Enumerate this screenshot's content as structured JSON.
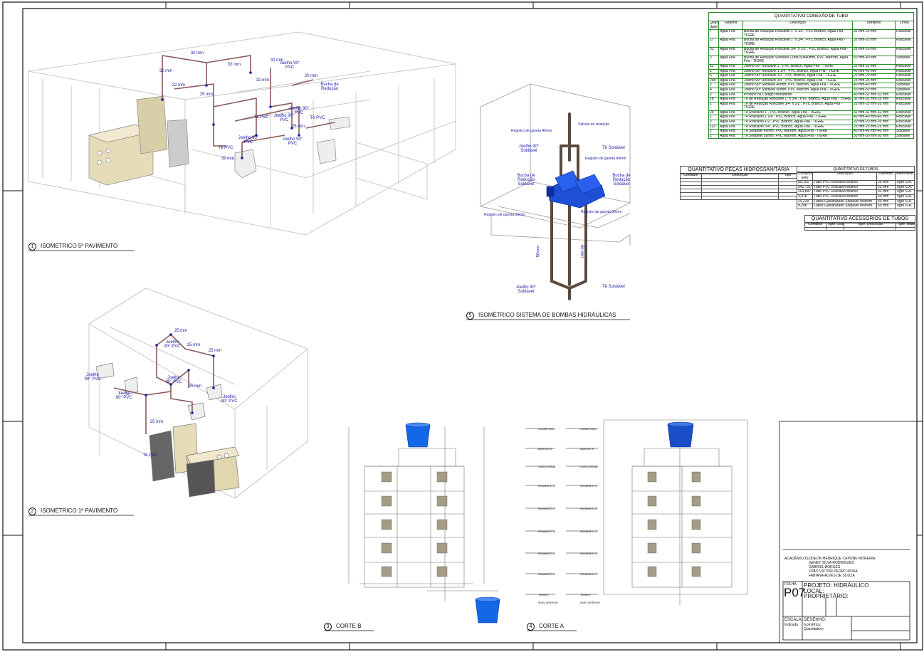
{
  "sheet": {
    "number": "P07",
    "sheet_label": "FOLHA",
    "project": "PROJETO: HIDRÁULICO",
    "local": "LOCAL:",
    "owner": "PROPRIETÁRIO:",
    "scale_label": "ESCALA:",
    "scale_value": "Indicada",
    "drawing_label": "DESENHO:",
    "drawing_lines": [
      "Isométrico;",
      "Quantitativo;"
    ],
    "academics_label": "ACADÊMICOS:",
    "academics": [
      "ODEON HENRIQUE CAPONE MOREIRA",
      "GENEY SILVA RODRIGUES",
      "GABRIEL BORGES",
      "JOÃO VICTOR PEDRO ROSA",
      "FABIANA ALVES DE SOUZA"
    ]
  },
  "views": [
    {
      "num": "1",
      "title": "ISOMÉTRICO 5º PAVIMENTO"
    },
    {
      "num": "2",
      "title": "ISOMÉTRICO 1º PAVIMENTO"
    },
    {
      "num": "3",
      "title": "CORTE B"
    },
    {
      "num": "4",
      "title": "CORTE A"
    },
    {
      "num": "5",
      "title": "ISOMÉTRICO SISTEMA DE BOMBAS HIDRÁULICAS"
    }
  ],
  "tables": {
    "conexao": {
      "title": "QUANTITATIVO CONEXÃO DE TUBO",
      "headers": [
        "Quanti dade",
        "Sistema",
        "Descrição",
        "Tamanho",
        "Linha"
      ],
      "rows": [
        [
          "7",
          "Água Fria",
          "Bucha de Redução Roscável 1\" x 1/2\", PVC Branco, Água Fria - TIGRE",
          "32 mm-20 mm",
          "Roscável"
        ],
        [
          "17",
          "Água Fria",
          "Bucha de Redução Roscável 1\" x 3/4\", PVC Branco, Água Fria - TIGRE",
          "32 mm-25 mm",
          "Roscável"
        ],
        [
          "32",
          "Água Fria",
          "Bucha de Redução Roscável 3/4\" x 1/2\", PVC Branco, Água Fria - TIGRE",
          "25 mm-20 mm",
          "Roscável"
        ],
        [
          "2",
          "Água Fria",
          "Bucha de Redução Soldável Curta 50x40mm, PVC Marrom, Água Fria - TIGRE",
          "50 mm-40 mm",
          "Soldável"
        ],
        [
          "62",
          "Água Fria",
          "Joelho 90º Roscável 1\", PVC Branco, Água Fria - TIGRE",
          "32 mm-32 mm",
          "Roscável"
        ],
        [
          "1",
          "Água Fria",
          "Joelho 90º Roscável 1.1/4\", PVC Branco, Água Fria - TIGRE",
          "40 mm-40 mm",
          "Roscável"
        ],
        [
          "5",
          "Água Fria",
          "Joelho 90º Roscável 1/2\", PVC Branco, Água Fria - TIGRE",
          "20 mm-20 mm",
          "Roscável"
        ],
        [
          "268",
          "Água Fria",
          "Joelho 90º Roscável 3/4\", PVC Branco, Água Fria - TIGRE",
          "25 mm-25 mm",
          "Roscável"
        ],
        [
          "2",
          "Água Fria",
          "Joelho 90º Soldável 40mm, PVC Marrom, Água Fria - TIGRE",
          "40 mm-40 mm",
          "Soldável"
        ],
        [
          "4",
          "Água Fria",
          "Joelho 90º Soldável 50mm, PVC Marrom, Água Fria - TIGRE",
          "50 mm-50 mm",
          "Soldável"
        ],
        [
          "2",
          "Água Fria",
          "Produto ou Código Inexistente",
          "40 mm-32 mm-32 mm",
          "Roscável"
        ],
        [
          "18",
          "Água Fria",
          "Tê de Redução Roscável 1\" x 3/4\", PVC Branco, Água Fria - TIGRE",
          "32 mm-32 mm-25 mm",
          "Roscável"
        ],
        [
          "1",
          "Água Fria",
          "Tê de Redução Roscável 3/4\" x 1/2\", PVC Branco, Água Fria - TIGRE",
          "25 mm-25 mm-20 mm",
          "Roscável"
        ],
        [
          "29",
          "Água Fria",
          "Tê Roscável 1\", PVC Branco, Água Fria - TIGRE",
          "32 mm-32 mm-32 mm",
          "Roscável"
        ],
        [
          "1",
          "Água Fria",
          "Tê Roscável 1.1/4\", PVC Branco, Água Fria - TIGRE",
          "40 mm-40 mm-40 mm",
          "Roscável"
        ],
        [
          "2",
          "Água Fria",
          "Tê Roscável 1/2\", PVC Branco, Água Fria - TIGRE",
          "20 mm-20 mm-20 mm",
          "Roscável"
        ],
        [
          "113",
          "Água Fria",
          "Tê Roscável 3/4\", PVC Branco, Água Fria - TIGRE",
          "25 mm-25 mm-25 mm",
          "Roscável"
        ],
        [
          "1",
          "Água Fria",
          "Tê Soldável 40mm, PVC Marrom, Água Fria - TIGRE",
          "40 mm-40 mm-40 mm",
          "Soldável"
        ],
        [
          "1",
          "Água Fria",
          "Tê Soldável 50mm, PVC Marrom, Água Fria - TIGRE",
          "50 mm-50 mm-50 mm",
          "Soldável"
        ]
      ]
    },
    "pecas": {
      "title": "QUANTITATIVO PEÇAS HIDROSSANITÁRIA",
      "headers": [
        "Contador",
        "Descrição",
        "Tipo"
      ]
    },
    "tubos": {
      "title": "QUANTITATIVO DE TUBOS",
      "headers": [
        "Comprim ento",
        "Descrição",
        "Diâmetro",
        "Fabricante"
      ],
      "rows": [
        [
          "85,101",
          "Tubo PVC Roscável Branco",
          "20 mm",
          "Tigre S.A."
        ],
        [
          "541,721",
          "Tubo PVC Roscável Branco",
          "25 mm",
          "Tigre S.A."
        ],
        [
          "103,897",
          "Tubo PVC Roscável Branco",
          "32 mm",
          "Tigre S.A."
        ],
        [
          "3,918",
          "Tubo PVC Roscável Branco",
          "40 mm",
          "Tigre S.A."
        ],
        [
          "24,239",
          "Tubos Galvanizado Soldável Marrom",
          "40 mm",
          "Tigre S.A."
        ],
        [
          "9,288",
          "Tubos Galvanizado Soldável Marrom",
          "50 mm",
          "Tigre S.A."
        ]
      ]
    },
    "acessorios": {
      "title": "QUANTITATIVO ACESSÓRIOS DE TUBOS",
      "headers": [
        "Contador",
        "Tigre: Sistema",
        "Tigre: Descrição",
        "Tigre: Material"
      ]
    }
  },
  "iso5_labels": [
    "32 mm",
    "32 mm",
    "32 mm",
    "32 mm",
    "32 mm",
    "32 mm",
    "20 mm",
    "Joelho 90° PVC",
    "Bucha de Redução",
    "Joelho 90° PVC",
    "Tê PVC",
    "Joelho 90° PVC",
    "Tê PVC",
    "Joelho 90° PVC",
    "Joelho 90° PVC",
    "Tê PVC",
    "25 mm",
    "25 mm",
    "32 mm"
  ],
  "iso1_labels": [
    "25 mm",
    "25 mm",
    "25 mm",
    "Joelho 90° PVC",
    "Joelho 90° PVC",
    "Joelho 90° PVC",
    "Joelho 90° PVC",
    "Joelho 90° PVC",
    "Tê PVC",
    "25 mm",
    "25 mm"
  ],
  "pump_labels": {
    "registro40": "Registro de gaveta 40mm",
    "valvula": "Válvula de retenção",
    "joelho_sold1": "Joelho 90° Soldável",
    "te_sold1": "Tê Soldável",
    "registro40b": "Registro de gaveta 40mm",
    "bucha_left": "Bucha de Redução Soldável",
    "bucha_right": "Bucha de Redução Soldável",
    "registro50a": "Registro de gaveta 50mm",
    "registro50b": "Registro de gaveta 50mm",
    "d50a": "50mm",
    "d50b": "50 mm",
    "joelho_sold2": "Joelho 90° Soldável",
    "te_sold2": "Tê Soldável"
  },
  "section_levels": [
    "COBERTURA",
    "BARRILETE",
    "CAIXA D'ÁGUA",
    "PAVIMENTO 5",
    "PAVIMENTO 4",
    "PAVIMENTO 3",
    "PAVIMENTO 2",
    "PAVIMENTO 1",
    "TÉRREO",
    "NÍVEL INFERIOR"
  ]
}
